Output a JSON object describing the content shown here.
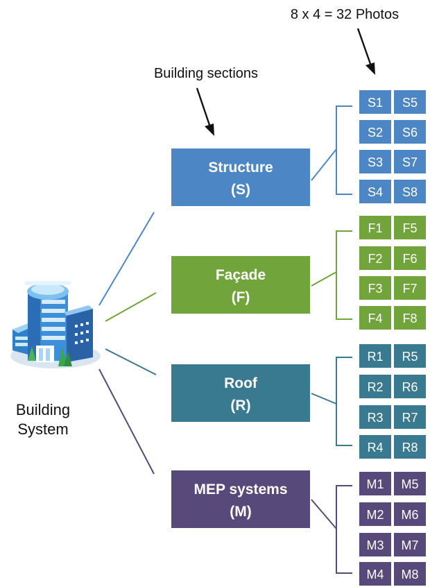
{
  "annotations": {
    "photo_count": "8 x 4 = 32 Photos",
    "sections_label": "Building sections"
  },
  "system": {
    "label_line1": "Building",
    "label_line2": "System",
    "icon": "building-icon"
  },
  "sections": [
    {
      "key": "structure",
      "name": "Structure",
      "code": "(S)",
      "color": "#4d86c4",
      "tiles": [
        "S1",
        "S5",
        "S2",
        "S6",
        "S3",
        "S7",
        "S4",
        "S8"
      ]
    },
    {
      "key": "facade",
      "name": "Façade",
      "code": "(F)",
      "color": "#71a43a",
      "tiles": [
        "F1",
        "F5",
        "F2",
        "F6",
        "F3",
        "F7",
        "F4",
        "F8"
      ]
    },
    {
      "key": "roof",
      "name": "Roof",
      "code": "(R)",
      "color": "#3a7a90",
      "tiles": [
        "R1",
        "R5",
        "R2",
        "R6",
        "R3",
        "R7",
        "R4",
        "R8"
      ]
    },
    {
      "key": "mep",
      "name": "MEP systems",
      "code": "(M)",
      "color": "#57497a",
      "tiles": [
        "M1",
        "M5",
        "M2",
        "M6",
        "M3",
        "M7",
        "M4",
        "M8"
      ]
    }
  ]
}
